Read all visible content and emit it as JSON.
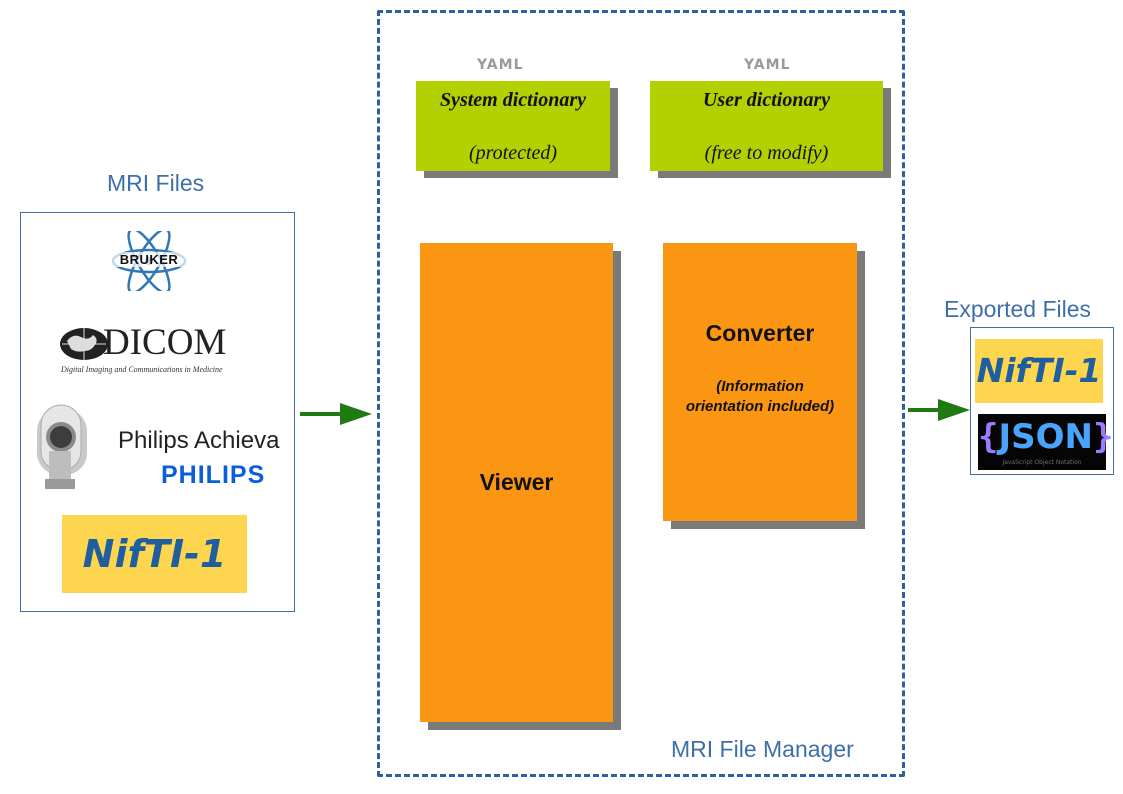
{
  "inputs": {
    "title": "MRI Files",
    "logos": {
      "bruker": "BRUKER",
      "dicom": "DICOM",
      "dicom_tagline": "Digital Imaging and Communications in Medicine",
      "philips_achieva": "Philips Achieva",
      "philips": "PHILIPS",
      "nifti": "NifTI-1"
    }
  },
  "manager": {
    "title": "MRI File Manager",
    "dictionaries": [
      {
        "format": "YAML",
        "title": "System dictionary",
        "subtitle": "(protected)"
      },
      {
        "format": "YAML",
        "title": "User dictionary",
        "subtitle": "(free to modify)"
      }
    ],
    "viewer": {
      "label": "Viewer"
    },
    "converter": {
      "label": "Converter",
      "note_line1": "(Information",
      "note_line2": "orientation included)"
    }
  },
  "exports": {
    "title": "Exported Files",
    "logos": {
      "nifti": "NifTI-1",
      "json_brace_open": "{",
      "json_word": "JSON",
      "json_brace_close": "}",
      "json_tagline": "JavaScript Object Notation"
    }
  },
  "colors": {
    "accent_blue": "#3f6fa8",
    "dict_green": "#b3d100",
    "module_orange": "#fa9612",
    "arrow_green": "#1f7a12",
    "nifti_yellow": "#fdd54e"
  }
}
